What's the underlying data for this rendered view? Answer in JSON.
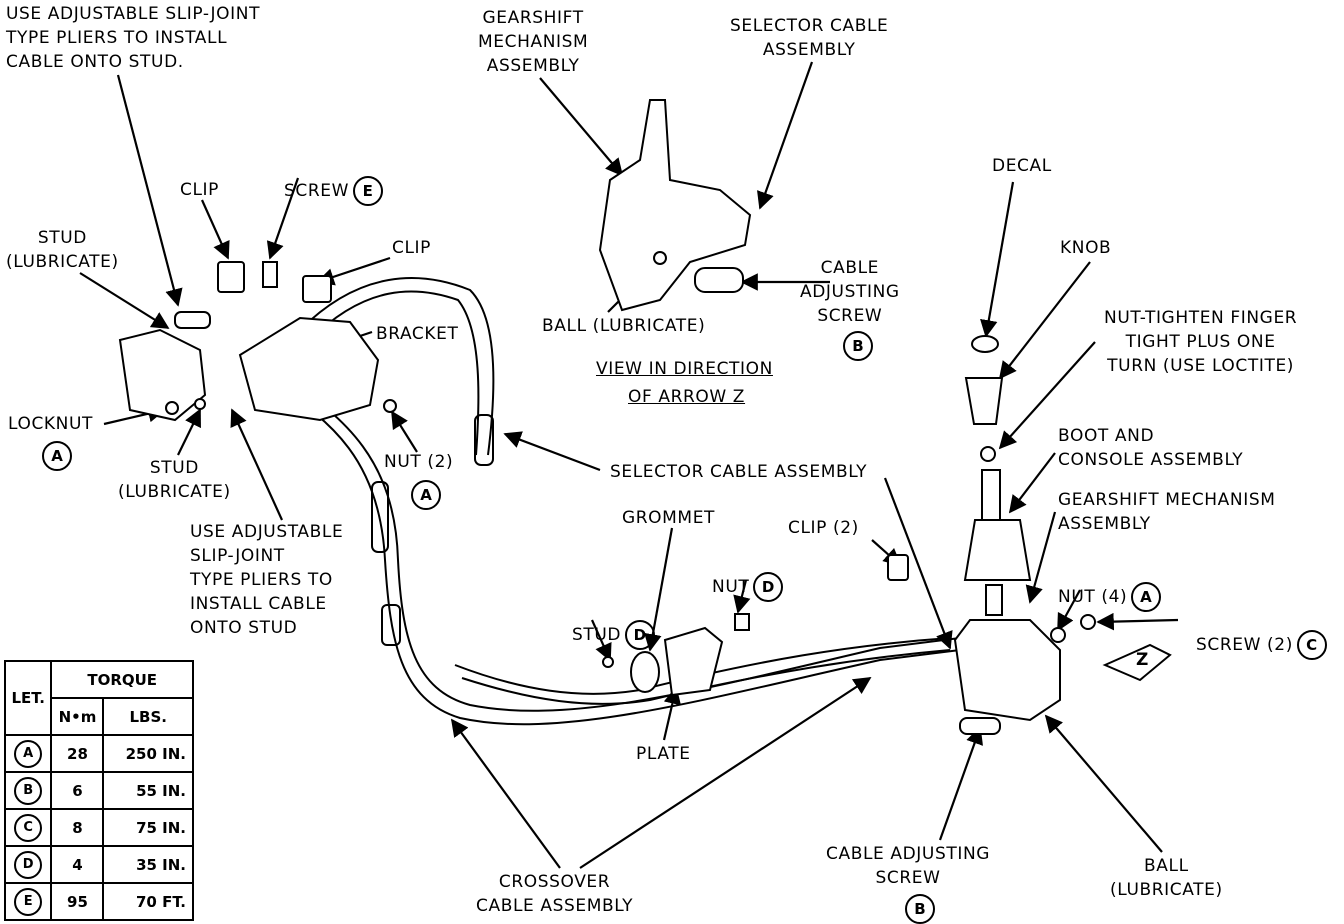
{
  "labels": {
    "use_pliers_top": "USE ADJUSTABLE SLIP-JOINT\nTYPE PLIERS TO INSTALL\nCABLE ONTO STUD.",
    "gearshift_top": "GEARSHIFT\nMECHANISM\nASSEMBLY",
    "selector_cable_top": "SELECTOR CABLE\nASSEMBLY",
    "screw_e": "SCREW",
    "clip_left": "CLIP",
    "clip_right": "CLIP",
    "stud_lub_top": "STUD\n(LUBRICATE)",
    "bracket": "BRACKET",
    "locknut": "LOCKNUT",
    "stud_lub_bottom": "STUD\n(LUBRICATE)",
    "nut2": "NUT (2)",
    "use_pliers_bottom": "USE ADJUSTABLE\nSLIP-JOINT\nTYPE PLIERS TO\nINSTALL CABLE\nONTO STUD",
    "ball_lub_top": "BALL (LUBRICATE)",
    "cable_adj_top": "CABLE\nADJUSTING\nSCREW",
    "view_line1": "VIEW IN DIRECTION",
    "view_line2": "OF ARROW Z",
    "decal": "DECAL",
    "knob": "KNOB",
    "nut_tighten": "NUT-TIGHTEN FINGER\nTIGHT PLUS ONE\nTURN (USE LOCTITE)",
    "boot": "BOOT AND\nCONSOLE ASSEMBLY",
    "gearshift_right": "GEARSHIFT MECHANISM\nASSEMBLY",
    "selector_cable_mid": "SELECTOR CABLE ASSEMBLY",
    "grommet": "GROMMET",
    "clip2": "CLIP (2)",
    "nut_d": "NUT",
    "stud_d": "STUD",
    "nut4": "NUT (4)",
    "screw2": "SCREW (2)",
    "plate": "PLATE",
    "cable_adj_bottom": "CABLE ADJUSTING\nSCREW",
    "ball_lub_bottom": "BALL\n(LUBRICATE)",
    "crossover": "CROSSOVER\nCABLE ASSEMBLY",
    "arrow_z": "Z"
  },
  "letters": {
    "a": "A",
    "b": "B",
    "c": "C",
    "d": "D",
    "e": "E"
  },
  "torque_table": {
    "col_let": "LET.",
    "col_torque": "TORQUE",
    "col_nm": "N•m",
    "col_lbs": "LBS.",
    "rows": [
      {
        "let": "A",
        "nm": "28",
        "lbs": "250 IN."
      },
      {
        "let": "B",
        "nm": "6",
        "lbs": "55 IN."
      },
      {
        "let": "C",
        "nm": "8",
        "lbs": "75 IN."
      },
      {
        "let": "D",
        "nm": "4",
        "lbs": "35 IN."
      },
      {
        "let": "E",
        "nm": "95",
        "lbs": "70 FT."
      }
    ]
  }
}
